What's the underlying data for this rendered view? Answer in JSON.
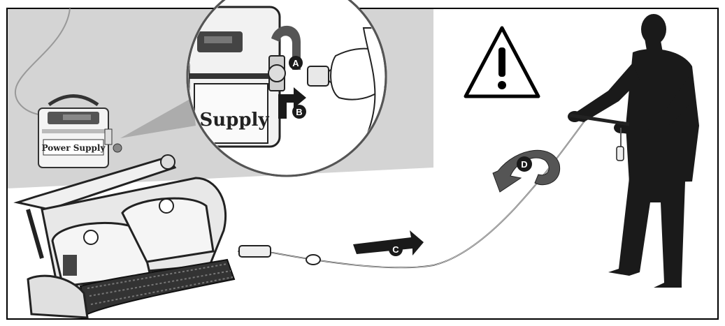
{
  "figure": {
    "labels": {
      "a": "A",
      "b": "B",
      "c": "C",
      "d": "D"
    },
    "power_supply_text": "Power Supply",
    "inset_text": "Supply",
    "colors": {
      "background_panel": "#d4d4d4",
      "frame": "#000000",
      "silhouette": "#1a1a1a",
      "label_fill": "#1a1a1a",
      "arrow_fill": "#1a1a1a"
    },
    "icons": [
      "warning-triangle-icon",
      "direction-arrow-icon",
      "rotation-arrow-icon"
    ]
  }
}
